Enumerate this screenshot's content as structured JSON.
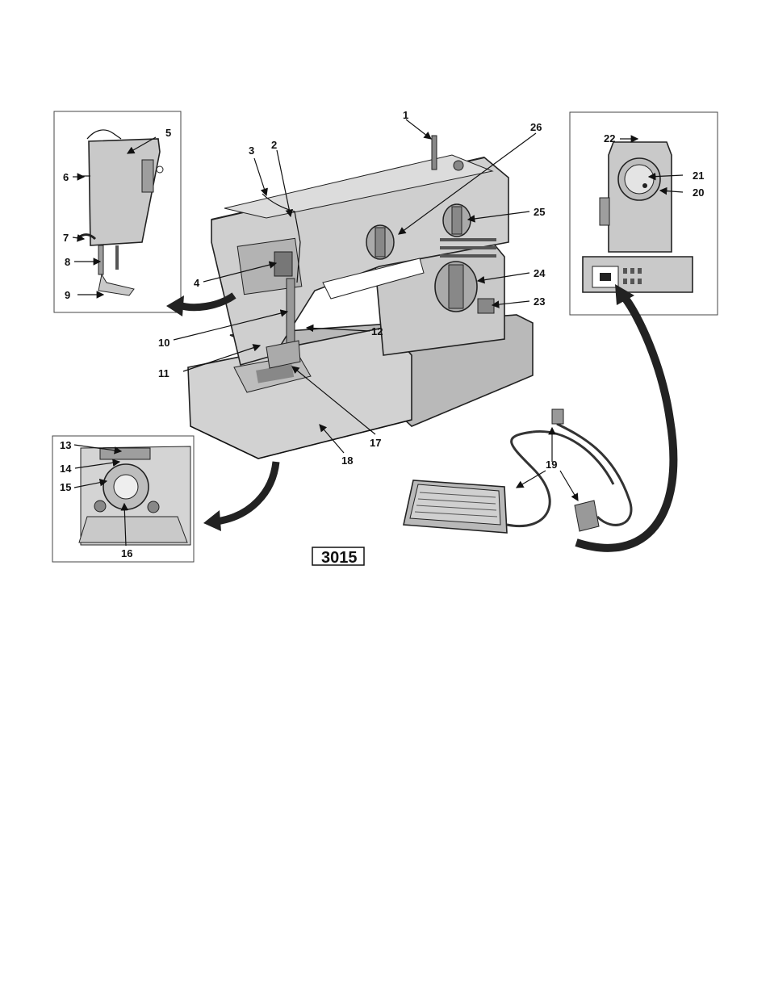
{
  "model_number": "3015",
  "callouts": [
    "1",
    "2",
    "3",
    "4",
    "5",
    "6",
    "7",
    "8",
    "9",
    "10",
    "11",
    "12",
    "13",
    "14",
    "15",
    "16",
    "17",
    "18",
    "19",
    "20",
    "21",
    "22",
    "23",
    "24",
    "25",
    "26"
  ],
  "colors": {
    "line": "#111111",
    "machine_fill": "#c9c9c9",
    "machine_shade": "#9e9e9e",
    "background": "#ffffff"
  }
}
